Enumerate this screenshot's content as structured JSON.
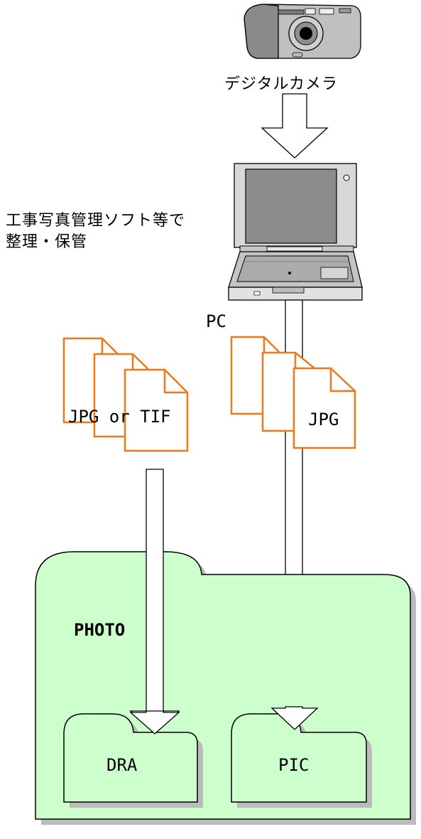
{
  "labels": {
    "camera": "デジタルカメラ",
    "software": "工事写真管理ソフト等で",
    "software_2": "整理・保管",
    "pc": "PC",
    "files_left": "JPG or TIF",
    "files_right": "JPG",
    "photo_folder": "PHOTO",
    "dra_folder": "DRA",
    "pic_folder": "PIC"
  },
  "colors": {
    "file_outline": "#f07818",
    "folder_fill": "#ccffcc",
    "folder_shadow": "#bbbbbb",
    "camera_body": "#8a8a8a",
    "arrow_fill": "#ffffff",
    "stroke": "#000000"
  },
  "icons": [
    "digital-camera-icon",
    "laptop-pc-icon",
    "document-icon",
    "folder-icon"
  ]
}
